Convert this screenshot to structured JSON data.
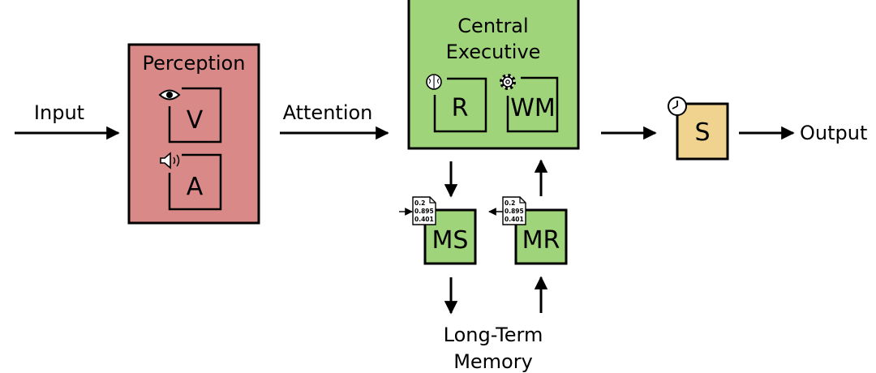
{
  "labels": {
    "input": "Input",
    "attention": "Attention",
    "output": "Output",
    "ltm_line1": "Long-Term",
    "ltm_line2": "Memory"
  },
  "perception": {
    "title": "Perception",
    "visual": "V",
    "auditory": "A",
    "fill": "#d98a88",
    "visual_icon": "eye-icon",
    "auditory_icon": "speaker-icon"
  },
  "executive": {
    "title_line1": "Central",
    "title_line2": "Executive",
    "reasoning": "R",
    "working_memory": "WM",
    "fill": "#9fd47a",
    "reasoning_icon": "brain-icon",
    "working_memory_icon": "gear-icon"
  },
  "memory_store": {
    "label": "MS",
    "icon": "data-document-icon",
    "doc_values": [
      "0.2",
      "0.895",
      "0.401"
    ]
  },
  "memory_retrieval": {
    "label": "MR",
    "icon": "data-document-icon",
    "doc_values": [
      "0.2",
      "0.895",
      "0.401"
    ]
  },
  "scheduler": {
    "label": "S",
    "fill": "#f0d38f",
    "icon": "clock-icon"
  }
}
